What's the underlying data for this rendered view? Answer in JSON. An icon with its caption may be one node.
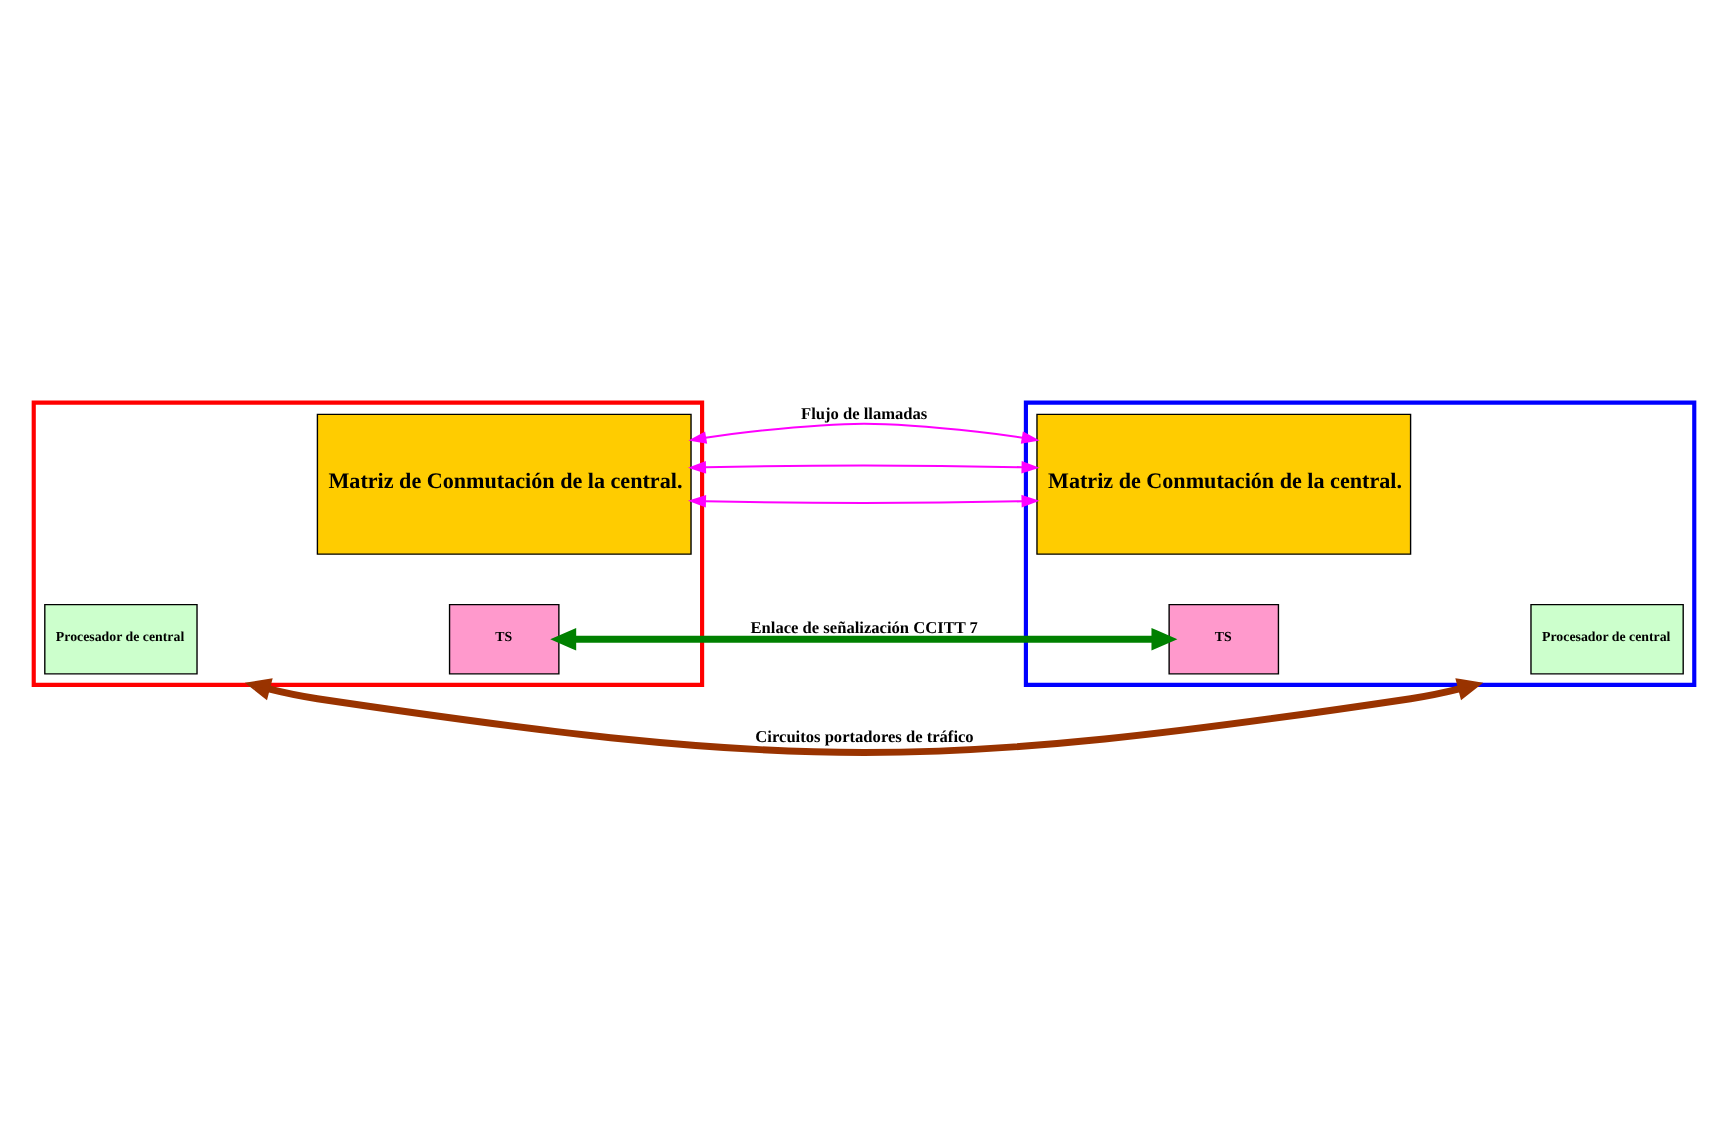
{
  "diagram": {
    "nodes": [
      {
        "text": [],
        "shape": "box"
      },
      {
        "text": [
          "Matriz de Conmutación de la central."
        ],
        "in": 0
      },
      {
        "text": [
          "Procesador de central"
        ],
        "in": 0
      },
      {
        "text": [
          "TS"
        ],
        "in": 0
      },
      {
        "text": [],
        "shape": "box"
      },
      {
        "text": [
          "Matriz de Conmutación de la central."
        ],
        "in": 4
      },
      {
        "text": [
          "TS"
        ],
        "in": 4
      },
      {
        "text": [
          "Procesador de central"
        ],
        "in": 4
      }
    ],
    "edges": [
      {
        "from": 0,
        "to": 4,
        "arrow": "both",
        "label": "Circuitos portadores de tráfico",
        "color": "#993300",
        "style": "thick"
      },
      {
        "from": 1,
        "to": 5,
        "arrow": "both",
        "label": "Flujo de llamadas",
        "color": "#ff00ff"
      },
      {
        "from": 1,
        "to": 5,
        "arrow": "both",
        "color": "#ff00ff"
      },
      {
        "from": 1,
        "to": 5,
        "arrow": "both",
        "color": "#ff00ff"
      },
      {
        "from": 3,
        "to": 6,
        "arrow": "both",
        "label": "Enlace de señalización CCITT 7",
        "color": "#008000",
        "style": "thick"
      }
    ]
  }
}
